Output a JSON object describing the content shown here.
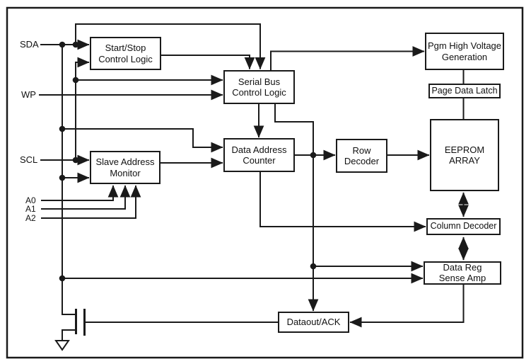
{
  "pins": [
    {
      "id": "sda",
      "label": "SDA"
    },
    {
      "id": "wp",
      "label": "WP"
    },
    {
      "id": "scl",
      "label": "SCL"
    },
    {
      "id": "a0",
      "label": "A0"
    },
    {
      "id": "a1",
      "label": "A1"
    },
    {
      "id": "a2",
      "label": "A2"
    }
  ],
  "blocks": [
    {
      "id": "start-stop-control-logic",
      "label": "Start/Stop\nControl Logic"
    },
    {
      "id": "serial-bus-control-logic",
      "label": "Serial Bus\nControl Logic"
    },
    {
      "id": "slave-address-monitor",
      "label": "Slave Address\nMonitor"
    },
    {
      "id": "data-address-counter",
      "label": "Data Address\nCounter"
    },
    {
      "id": "row-decoder",
      "label": "Row\nDecoder"
    },
    {
      "id": "eeprom-array",
      "label": "EEPROM\nARRAY"
    },
    {
      "id": "pgm-high-voltage-generation",
      "label": "Pgm High Voltage\nGeneration"
    },
    {
      "id": "page-data-latch",
      "label": "Page Data Latch"
    },
    {
      "id": "column-decoder",
      "label": "Column Decoder"
    },
    {
      "id": "data-reg-sense-amp",
      "label": "Data Reg\nSense Amp"
    },
    {
      "id": "dataout-ack",
      "label": "Dataout/ACK"
    }
  ],
  "colors": {
    "line": "#1a1a1a",
    "background": "#ffffff"
  }
}
